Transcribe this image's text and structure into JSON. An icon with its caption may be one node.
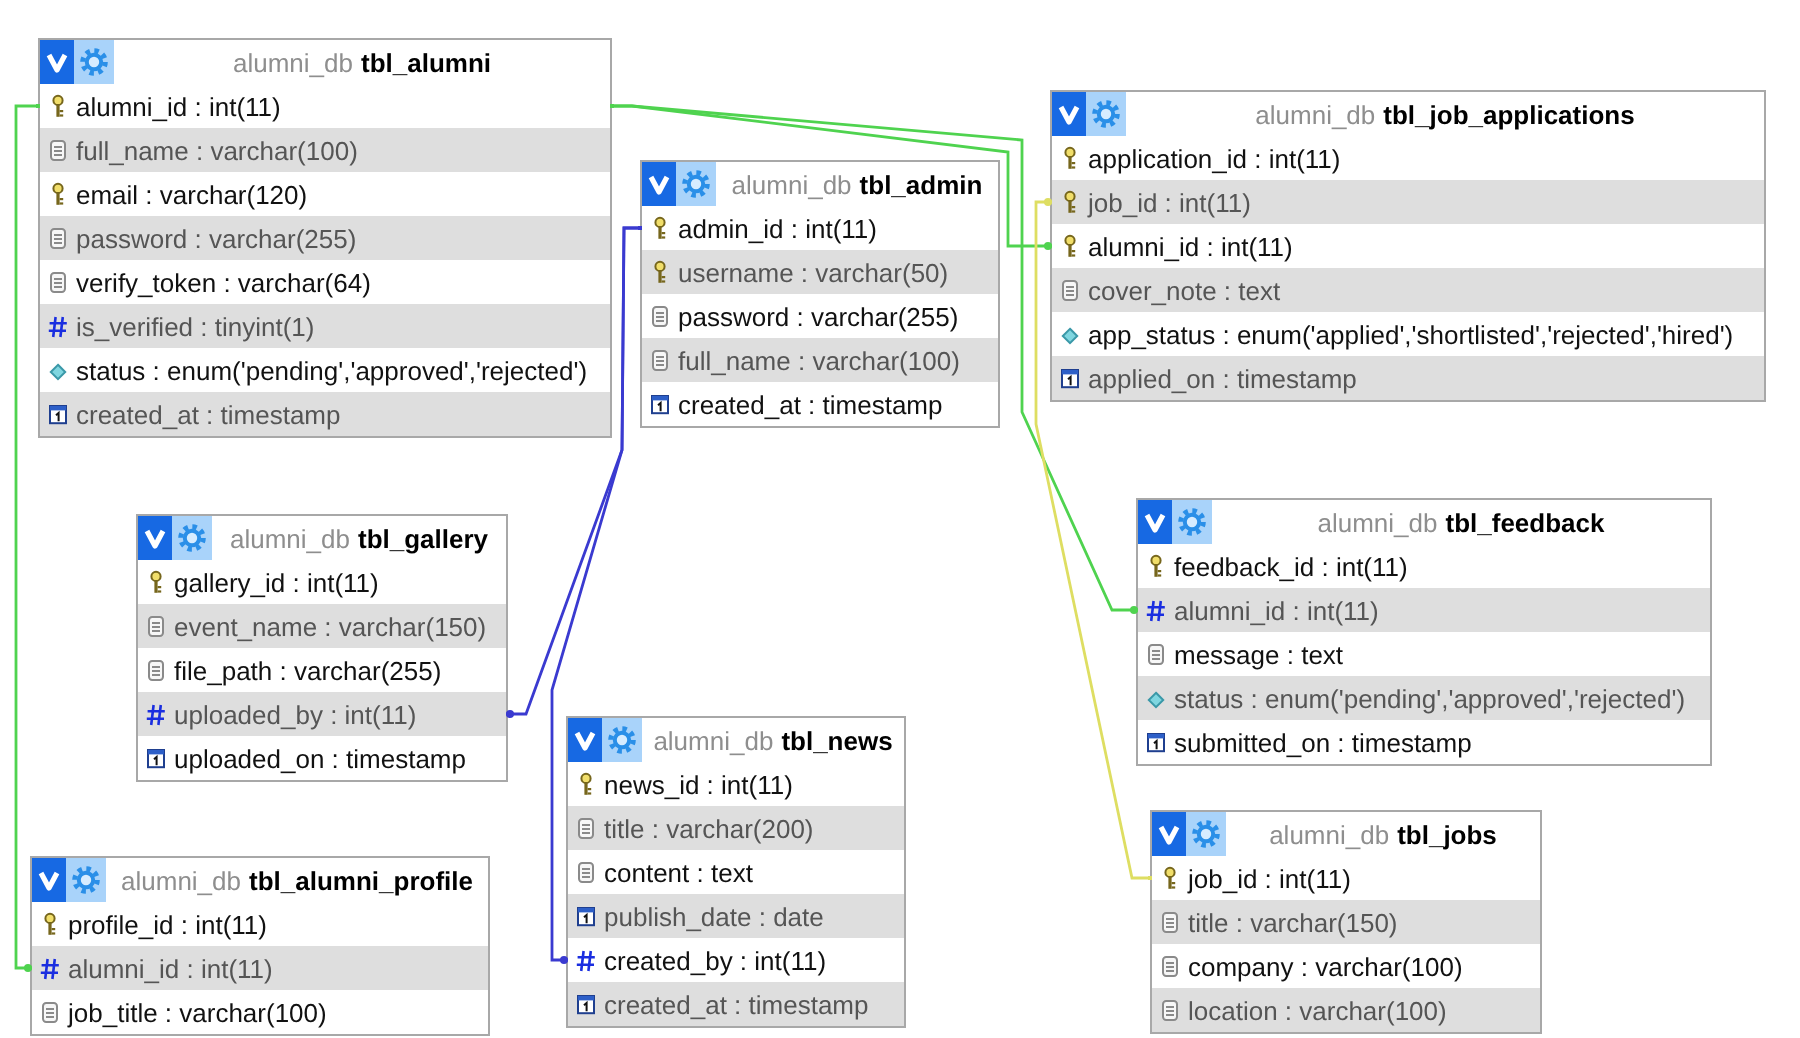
{
  "diagram": {
    "nodes": [
      {
        "text": [
          "alumni_db",
          "tbl_alumni"
        ]
      },
      {
        "text": [
          "alumni_id : int(11)"
        ],
        "in": 0
      },
      {
        "text": [
          "full_name : varchar(100)"
        ],
        "in": 0
      },
      {
        "text": [
          "email : varchar(120)"
        ],
        "in": 0
      },
      {
        "text": [
          "password : varchar(255)"
        ],
        "in": 0
      },
      {
        "text": [
          "verify_token : varchar(64)"
        ],
        "in": 0
      },
      {
        "text": [
          "is_verified : tinyint(1)"
        ],
        "in": 0
      },
      {
        "text": [
          "status : enum('pending','approved','rejected')"
        ],
        "in": 0
      },
      {
        "text": [
          "created_at : timestamp"
        ],
        "in": 0
      },
      {
        "text": [
          "alumni_db",
          "tbl_job_applications"
        ]
      },
      {
        "text": [
          "application_id : int(11)"
        ],
        "in": 9
      },
      {
        "text": [
          "job_id : int(11)"
        ],
        "in": 9
      },
      {
        "text": [
          "alumni_id : int(11)"
        ],
        "in": 9
      },
      {
        "text": [
          "cover_note : text"
        ],
        "in": 9
      },
      {
        "text": [
          "app_status : enum('applied','shortlisted','rejected','hired')"
        ],
        "in": 9
      },
      {
        "text": [
          "applied_on : timestamp"
        ],
        "in": 9
      },
      {
        "text": [
          "alumni_db",
          "tbl_admin"
        ]
      },
      {
        "text": [
          "admin_id : int(11)"
        ],
        "in": 16
      },
      {
        "text": [
          "username : varchar(50)"
        ],
        "in": 16
      },
      {
        "text": [
          "password : varchar(255)"
        ],
        "in": 16
      },
      {
        "text": [
          "full_name : varchar(100)"
        ],
        "in": 16
      },
      {
        "text": [
          "created_at : timestamp"
        ],
        "in": 16
      },
      {
        "text": [
          "alumni_db",
          "tbl_feedback"
        ]
      },
      {
        "text": [
          "feedback_id : int(11)"
        ],
        "in": 22
      },
      {
        "text": [
          "alumni_id : int(11)"
        ],
        "in": 22
      },
      {
        "text": [
          "message : text"
        ],
        "in": 22
      },
      {
        "text": [
          "status : enum('pending','approved','rejected')"
        ],
        "in": 22
      },
      {
        "text": [
          "submitted_on : timestamp"
        ],
        "in": 22
      },
      {
        "text": [
          "alumni_db",
          "tbl_gallery"
        ]
      },
      {
        "text": [
          "gallery_id : int(11)"
        ],
        "in": 28
      },
      {
        "text": [
          "event_name : varchar(150)"
        ],
        "in": 28
      },
      {
        "text": [
          "file_path : varchar(255)"
        ],
        "in": 28
      },
      {
        "text": [
          "uploaded_by : int(11)"
        ],
        "in": 28
      },
      {
        "text": [
          "uploaded_on : timestamp"
        ],
        "in": 28
      },
      {
        "text": [
          "alumni_db",
          "tbl_news"
        ]
      },
      {
        "text": [
          "news_id : int(11)"
        ],
        "in": 34
      },
      {
        "text": [
          "title : varchar(200)"
        ],
        "in": 34
      },
      {
        "text": [
          "content : text"
        ],
        "in": 34
      },
      {
        "text": [
          "publish_date : date"
        ],
        "in": 34
      },
      {
        "text": [
          "created_by : int(11)"
        ],
        "in": 34
      },
      {
        "text": [
          "created_at : timestamp"
        ],
        "in": 34
      },
      {
        "text": [
          "alumni_db",
          "tbl_jobs"
        ]
      },
      {
        "text": [
          "job_id : int(11)"
        ],
        "in": 41
      },
      {
        "text": [
          "title : varchar(150)"
        ],
        "in": 41
      },
      {
        "text": [
          "company : varchar(100)"
        ],
        "in": 41
      },
      {
        "text": [
          "location : varchar(100)"
        ],
        "in": 41
      },
      {
        "text": [
          "alumni_db",
          "tbl_alumni_profile"
        ]
      },
      {
        "text": [
          "profile_id : int(11)"
        ],
        "in": 46
      },
      {
        "text": [
          "alumni_id : int(11)"
        ],
        "in": 46
      },
      {
        "text": [
          "job_title : varchar(100)"
        ],
        "in": 46
      }
    ],
    "edges": [
      {
        "from": 1,
        "to": 48,
        "arrow": "other",
        "color": "#4fd34f"
      },
      {
        "from": 1,
        "to": 12,
        "arrow": "other",
        "color": "#4fd34f"
      },
      {
        "from": 1,
        "to": 24,
        "arrow": "other",
        "color": "#4fd34f"
      },
      {
        "from": 17,
        "to": 32,
        "arrow": "other",
        "color": "#3a3ad0"
      },
      {
        "from": 17,
        "to": 39,
        "arrow": "other",
        "color": "#3a3ad0"
      },
      {
        "from": 42,
        "to": 11,
        "arrow": "other",
        "color": "#dede62"
      }
    ]
  }
}
